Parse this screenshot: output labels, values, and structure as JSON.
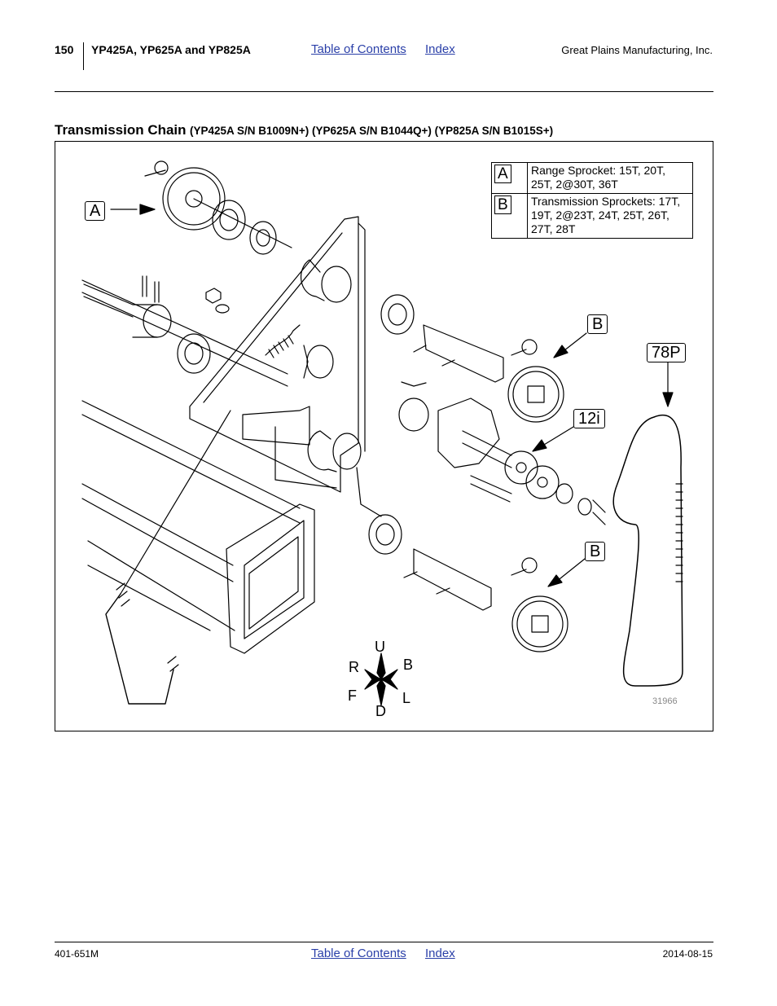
{
  "header": {
    "page_number": "150",
    "models": "YP425A, YP625A and YP825A",
    "toc_link": "Table of Contents",
    "index_link": "Index",
    "company": "Great Plains Manufacturing, Inc."
  },
  "section": {
    "title": "Transmission Chain",
    "subtitle": "(YP425A S/N B1009N+) (YP625A S/N B1044Q+) (YP825A S/N B1015S+)"
  },
  "legend": [
    {
      "key": "A",
      "description": "Range Sprocket: 15T, 20T, 25T, 2@30T, 36T"
    },
    {
      "key": "B",
      "description": "Transmission Sprockets: 17T, 19T, 2@23T, 24T, 25T, 26T, 27T, 28T"
    }
  ],
  "callouts": {
    "a": "A",
    "b_upper": "B",
    "b_lower": "B",
    "chain": "78P",
    "idler": "12i"
  },
  "compass": {
    "up": "U",
    "down": "D",
    "right": "R",
    "back": "B",
    "front": "F",
    "left": "L"
  },
  "figure_number": "31966",
  "footer": {
    "doc_number": "401-651M",
    "toc_link": "Table of Contents",
    "index_link": "Index",
    "date": "2014-08-15"
  }
}
